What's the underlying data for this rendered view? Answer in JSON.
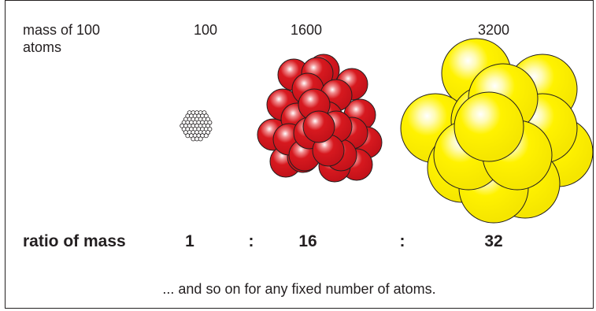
{
  "header": {
    "label": "mass of 100 atoms",
    "values": [
      "100",
      "1600",
      "3200"
    ]
  },
  "clusters": [
    {
      "name": "small-atom-cluster",
      "fill": "#ffffff",
      "stroke": "#231f20"
    },
    {
      "name": "red-atom-cluster",
      "fill": "#d7191f",
      "highlight": "#ffffff",
      "stroke": "#231f20"
    },
    {
      "name": "yellow-atom-cluster",
      "fill": "#fff200",
      "highlight": "#ffffff",
      "stroke": "#231f20"
    }
  ],
  "ratio": {
    "label": "ratio of mass",
    "values": [
      "1",
      "16",
      "32"
    ],
    "separator": ":"
  },
  "footer": "... and so on for any fixed number of atoms."
}
